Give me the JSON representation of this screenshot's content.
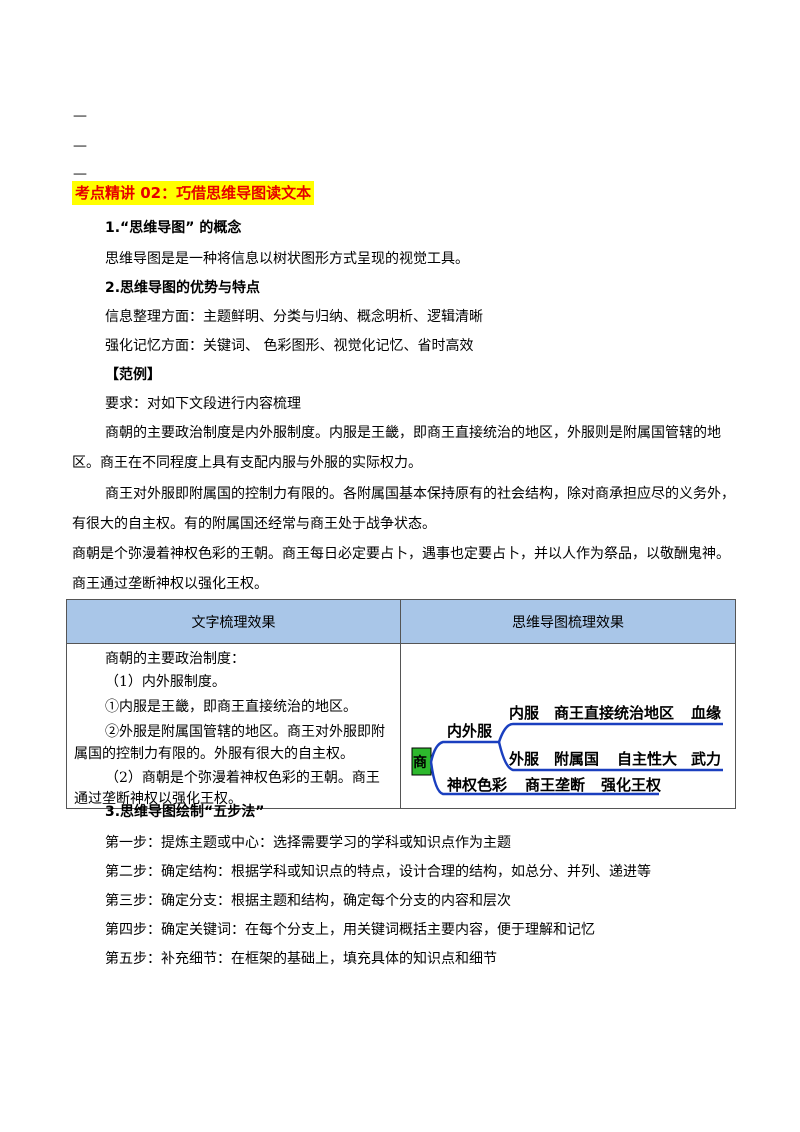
{
  "dashes": [
    "—",
    "—",
    "—"
  ],
  "heading": "考点精讲 02：巧借思维导图读文本",
  "sec1": {
    "title": "1.“思维导图” 的概念",
    "text": "思维导图是是一种将信息以树状图形方式呈现的视觉工具。"
  },
  "sec2": {
    "title": "2.思维导图的优势与特点",
    "line1": "信息整理方面：主题鲜明、分类与归纳、概念明析、逻辑清晰",
    "line2": "强化记忆方面：关键词、 色彩图形、视觉化记忆、省时高效"
  },
  "example": {
    "label": "【范例】",
    "req": "要求：对如下文段进行内容梳理",
    "p1a": "商朝的主要政治制度是内外服制度。内服是王畿，即商王直接统治的地区，外服则是附属国管辖的地",
    "p1b": "区。商王在不同程度上具有支配内服与外服的实际权力。",
    "p2a": "商王对外服即附属国的控制力有限的。各附属国基本保持原有的社会结构，除对商承担应尽的义务外，",
    "p2b": "有很大的自主权。有的附属国还经常与商王处于战争状态。",
    "p3a": "商朝是个弥漫着神权色彩的王朝。商王每日必定要占卜，遇事也定要占卜，并以人作为祭品，以敬酬鬼神。",
    "p3b": "商王通过垄断神权以强化王权。"
  },
  "table": {
    "col1": "文字梳理效果",
    "col2": "思维导图梳理效果",
    "left_lines": [
      "商朝的主要政治制度：",
      "（1）内外服制度。",
      "①内服是王畿，即商王直接统治的地区。",
      "②外服是附属国管辖的地区。商王对外服即附",
      "属国的控制力有限的。外服有很大的自主权。",
      "（2）商朝是个弥漫着神权色彩的王朝。商王",
      "通过垄断神权以强化王权。"
    ],
    "mindmap": {
      "root": "商",
      "branch1": "内外服",
      "inner": "内服",
      "inner_a": "商王直接统治地区",
      "inner_b": "血缘",
      "outer": "外服",
      "outer_a": "附属国",
      "outer_b": "自主性大",
      "outer_c": "武力",
      "branch2": "神权色彩",
      "branch2_a": "商王垄断",
      "branch2_b": "强化王权",
      "root_color": "#2db82d",
      "line_color": "#1a3fbf"
    }
  },
  "sec3": {
    "title": "3.思维导图绘制“五步法”",
    "steps": [
      "第一步：提炼主题或中心：选择需要学习的学科或知识点作为主题",
      "第二步：确定结构：根据学科或知识点的特点，设计合理的结构，如总分、并列、递进等",
      "第三步：确定分支：根据主题和结构，确定每个分支的内容和层次",
      "第四步：确定关键词：在每个分支上，用关键词概括主要内容，便于理解和记忆",
      "第五步：补充细节：在框架的基础上，填充具体的知识点和细节"
    ]
  }
}
